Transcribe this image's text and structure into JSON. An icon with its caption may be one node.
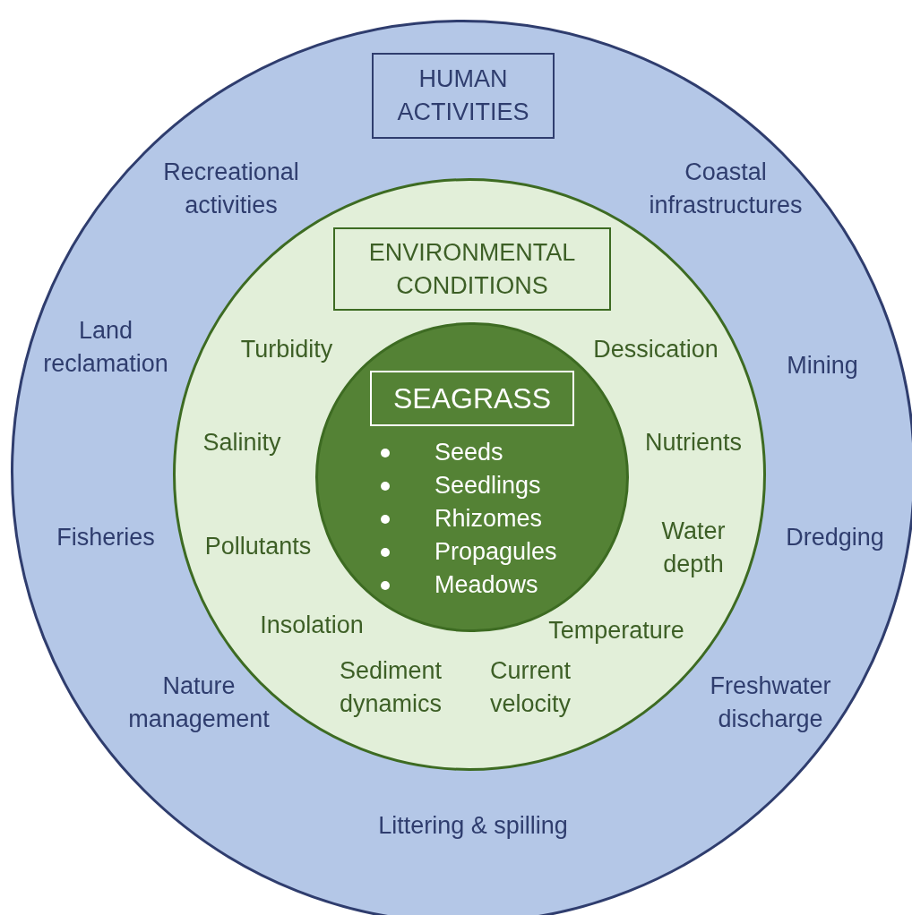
{
  "diagram": {
    "nodes": [
      {
        "text": [],
        "shape": "circle"
      },
      {
        "text": [
          "HUMAN ACTIVITIES"
        ],
        "in": 0
      },
      {
        "text": [],
        "shape": "circle",
        "in": 0
      },
      {
        "text": [
          "ENVIRONMENTAL CONDITIONS"
        ],
        "in": 2
      },
      {
        "text": [
          "Seeds",
          "Seedlings",
          "Rhizomes",
          "Propagules",
          "Meadows"
        ],
        "in": 2
      },
      {
        "text": [
          "SEAGRASS"
        ],
        "in": 4
      }
    ],
    "labels": [
      "Recreational activities",
      "Coastal infrastructures",
      "Land reclamation",
      "Turbidity",
      "Dessication",
      "Mining",
      "Salinity",
      "Nutrients",
      "Fisheries",
      "Pollutants",
      "Water depth",
      "Dredging",
      "Insolation",
      "Temperature",
      "Nature management",
      "Sediment dynamics",
      "Current velocity",
      "Freshwater discharge",
      "Littering & spilling"
    ]
  }
}
